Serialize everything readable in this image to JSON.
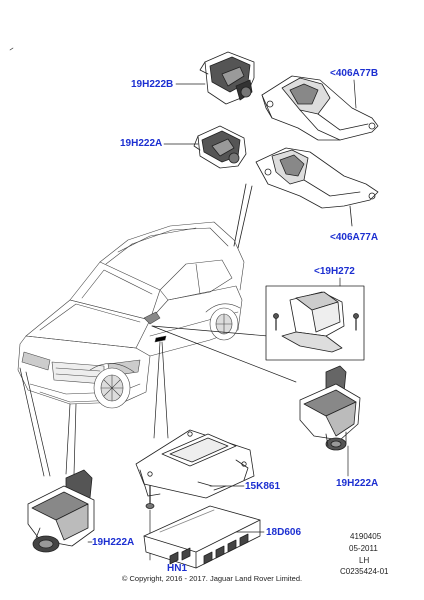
{
  "colors": {
    "callout": "#1c2fd1",
    "line": "#222222",
    "part_fill": "#4a4a4a",
    "part_light": "#bdbdbd"
  },
  "callouts": {
    "top_camera": "19H222B",
    "top_bracket": "<406A77B",
    "mid_camera": "19H222A",
    "mid_bracket": "<406A77A",
    "cover_kit": "<19H272",
    "side_camera": "19H222A",
    "module_bracket": "15K861",
    "bolt": "HN1",
    "module": "18D606",
    "front_camera": "19H222A"
  },
  "footer": {
    "ref_number": "4190405",
    "date": "05-2011",
    "side": "LH",
    "drawing_id": "C0235424-01",
    "copyright": "© Copyright, 2016 - 2017. Jaguar Land Rover Limited."
  }
}
